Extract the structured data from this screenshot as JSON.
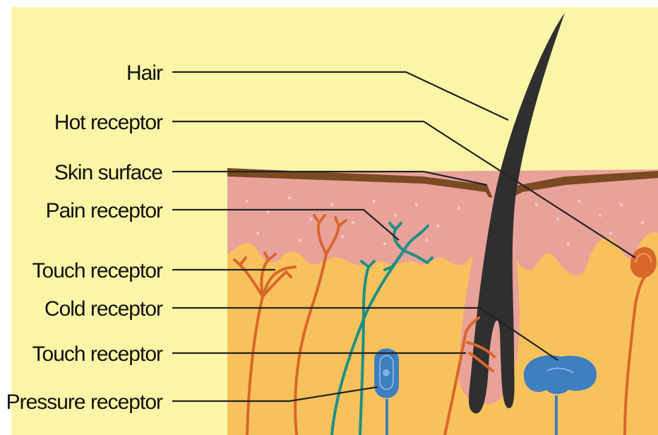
{
  "labels": [
    {
      "id": "hair",
      "text": "Hair"
    },
    {
      "id": "hot-receptor",
      "text": "Hot receptor"
    },
    {
      "id": "skin-surface",
      "text": "Skin surface"
    },
    {
      "id": "pain-receptor",
      "text": "Pain receptor"
    },
    {
      "id": "touch-receptor-1",
      "text": "Touch receptor"
    },
    {
      "id": "cold-receptor",
      "text": "Cold receptor"
    },
    {
      "id": "touch-receptor-2",
      "text": "Touch receptor"
    },
    {
      "id": "pressure-receptor",
      "text": "Pressure receptor"
    }
  ],
  "colors": {
    "background": "#fbf6a7",
    "subcutaneous": "#f7c25c",
    "dermis_pink": "#e9a29a",
    "skin_surface": "#7a4a23",
    "hair": "#2f2f2f",
    "nerve_orange": "#d8672c",
    "nerve_teal": "#1f8f86",
    "nerve_blue": "#3f7fc0",
    "leader": "#222222"
  },
  "icons": [
    "hair-icon",
    "hot-receptor-icon",
    "pain-receptor-icon",
    "touch-receptor-icon",
    "cold-receptor-icon",
    "pressure-receptor-icon"
  ]
}
